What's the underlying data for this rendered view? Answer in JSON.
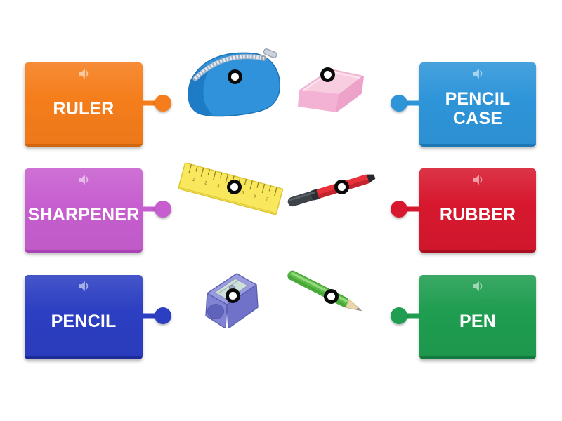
{
  "activity": {
    "kind": "match-words-to-pictures",
    "background": "#ffffff"
  },
  "left_cards": [
    {
      "label": "RULER",
      "color": "#f57d1b",
      "edge": "#d2660c"
    },
    {
      "label": "SHARPENER",
      "color": "#c75ecf",
      "edge": "#a843b4"
    },
    {
      "label": "PENCIL",
      "color": "#2c3ec2",
      "edge": "#1d2b9a"
    }
  ],
  "right_cards": [
    {
      "label": "PENCIL CASE",
      "color": "#2e95d9",
      "edge": "#1d78b5"
    },
    {
      "label": "RUBBER",
      "color": "#d7182e",
      "edge": "#a90e21"
    },
    {
      "label": "PEN",
      "color": "#1f9d50",
      "edge": "#127a3c"
    }
  ],
  "icons": {
    "speaker": "speaker-with-sound-wave",
    "target": "white-circle-black-ring"
  },
  "pictures": [
    {
      "name": "pencil-case",
      "description": "blue zipped pencil case",
      "color": "#2f92da"
    },
    {
      "name": "rubber",
      "description": "pink rubber eraser",
      "color": "#f9cde0"
    },
    {
      "name": "ruler",
      "description": "yellow ruler",
      "color": "#f9e85e"
    },
    {
      "name": "pen",
      "description": "red pen with black cap",
      "color": "#e7323b"
    },
    {
      "name": "sharpener",
      "description": "purple pencil sharpener",
      "color": "#8184d4"
    },
    {
      "name": "pencil",
      "description": "green pencil",
      "color": "#5abb46"
    }
  ]
}
